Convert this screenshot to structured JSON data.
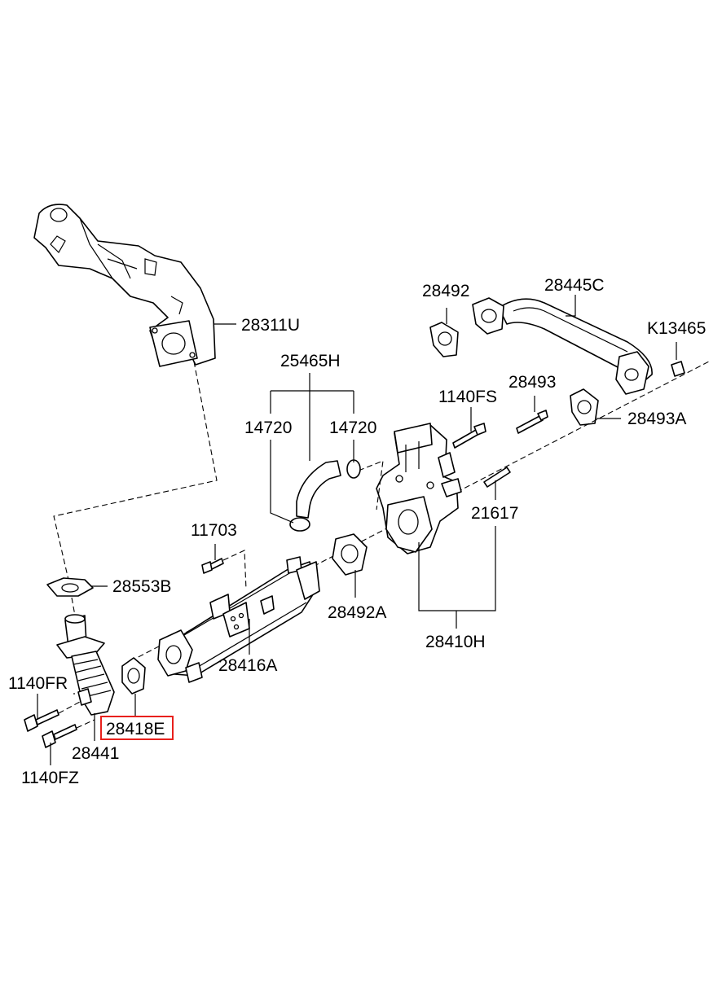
{
  "diagram": {
    "labels": {
      "p28311U": "28311U",
      "p28492": "28492",
      "p28445C": "28445C",
      "pK13465": "K13465",
      "p25465H": "25465H",
      "p14720_left": "14720",
      "p14720_right": "14720",
      "p1140FS": "1140FS",
      "p28493": "28493",
      "p28493A": "28493A",
      "p21617": "21617",
      "p11703": "11703",
      "p28553B": "28553B",
      "p28492A": "28492A",
      "p28410H": "28410H",
      "p28416A": "28416A",
      "p1140FR": "1140FR",
      "p28418E": "28418E",
      "p28441": "28441",
      "p1140FZ": "1140FZ"
    },
    "highlighted_part": "28418E",
    "highlight_color": "#e8201c"
  }
}
